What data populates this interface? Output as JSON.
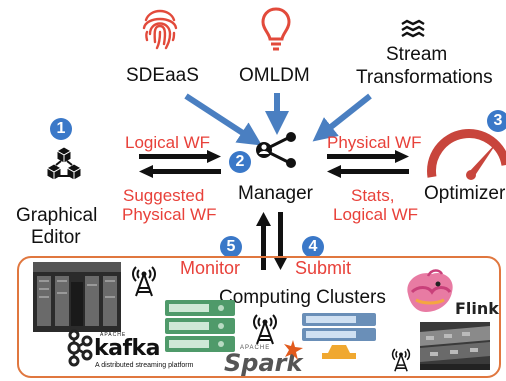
{
  "top": {
    "sdeaas_label": "SDEaaS",
    "omldm_label": "OMLDM",
    "stream_label_1": "Stream",
    "stream_label_2": "Transformations"
  },
  "editor": {
    "number": "1",
    "label_1": "Graphical",
    "label_2": "Editor"
  },
  "manager": {
    "number": "2",
    "label": "Manager"
  },
  "optimizer": {
    "number": "3",
    "label": "Optimizer"
  },
  "flows": {
    "logical_wf": "Logical WF",
    "suggested_1": "Suggested",
    "suggested_2": "Physical WF",
    "physical_wf": "Physical WF",
    "stats_1": "Stats,",
    "stats_2": "Logical WF",
    "monitor": "Monitor",
    "monitor_number": "5",
    "submit": "Submit",
    "submit_number": "4"
  },
  "clusters": {
    "title": "Computing Clusters",
    "kafka_word": "kafka",
    "kafka_prefix": "APACHE",
    "kafka_tagline": "A distributed streaming platform",
    "spark_prefix": "APACHE",
    "spark_word": "Spark",
    "flink_word": "Flink"
  },
  "colors": {
    "accent_blue": "#3a78c8",
    "arrow_blue": "#4a7fc1",
    "label_red": "#e8413a",
    "box_orange": "#e0773f"
  },
  "icons": [
    "fingerprint-icon",
    "lightbulb-icon",
    "waves-icon",
    "cubes-icon",
    "share-icon",
    "gauge-icon",
    "antenna-icon",
    "server-icon",
    "flink-squirrel-icon"
  ]
}
